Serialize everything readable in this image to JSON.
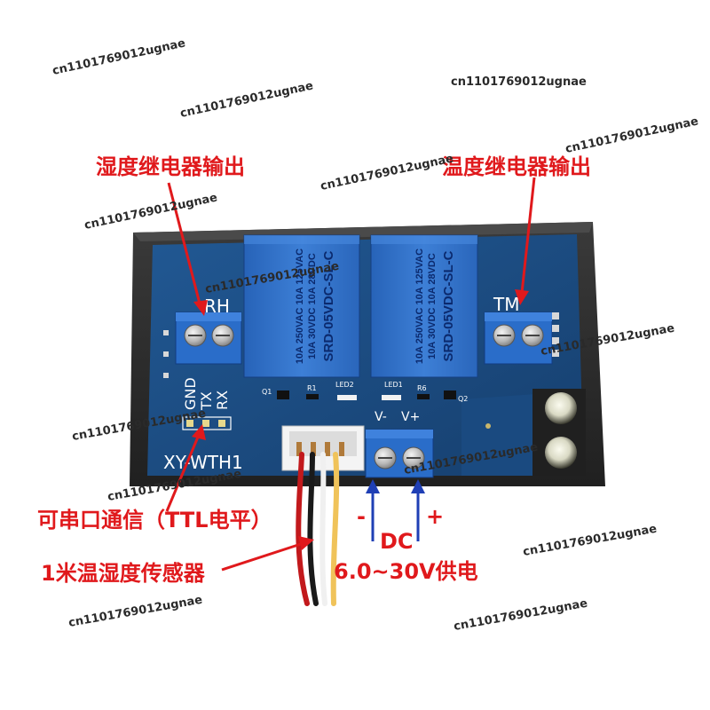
{
  "labels": {
    "humidity_relay_output": "湿度继电器输出",
    "temperature_relay_output": "温度继电器输出",
    "serial_comm": "可串口通信（TTL电平）",
    "sensor": "1米温湿度传感器",
    "dc": "DC",
    "supply": "6.0~30V供电",
    "minus": "-",
    "plus": "+"
  },
  "board": {
    "model": "XY-WTH1",
    "rh": "RH",
    "tm": "TM",
    "pins": [
      "GND",
      "TX",
      "RX"
    ],
    "q1": "Q1",
    "q2": "Q2",
    "r1": "R1",
    "r6": "R6",
    "led1": "LED1",
    "led2": "LED2",
    "vminus": "V-",
    "vplus": "V+"
  },
  "relays": {
    "left": {
      "line1": "10A 250VAC  10A 125VAC",
      "line2": "10A  30VDC  10A  28VDC",
      "line3": "SRD-05VDC-SL-C"
    },
    "right": {
      "line1": "10A 250VAC  10A 125VAC",
      "line2": "10A  30VDC  10A  28VDC",
      "line3": "SRD-05VDC-SL-C"
    }
  },
  "watermark": "cn1101769012ugnae",
  "colors": {
    "label_red": "#e0191c",
    "arrow_blue": "#1f3fb5",
    "pcb_blue": "#1d4e86",
    "relay_blue": "#2f6fc7",
    "terminal_blue": "#2a6dc9"
  }
}
